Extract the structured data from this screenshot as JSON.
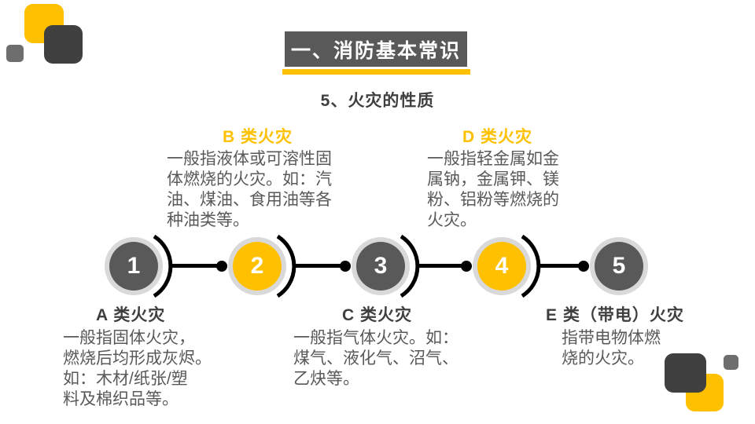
{
  "slide": {
    "banner_title": "一、消防基本常识",
    "subtitle": "5、火灾的性质"
  },
  "colors": {
    "accent_yellow": "#FFC000",
    "dark_gray": "#595959",
    "heading_text": "#3F3F3F",
    "ring_gray": "#D9D9D9",
    "deco_dark": "#404040",
    "connector_black": "#000000"
  },
  "steps": [
    {
      "number": "1",
      "label": "A 类火灾",
      "circle_color": "gray",
      "text_position": "bottom",
      "lines": [
        "一般指固体火灾，",
        "燃烧后均形成灰烬。",
        "如：木材/纸张/塑",
        "料及棉织品等。"
      ]
    },
    {
      "number": "2",
      "label": "B 类火灾",
      "circle_color": "yellow",
      "text_position": "top",
      "lines": [
        "一般指液体或可溶性固",
        "体燃烧的火灾。如：汽",
        "油、煤油、食用油等各",
        "种油类等。"
      ]
    },
    {
      "number": "3",
      "label": "C 类火灾",
      "circle_color": "gray",
      "text_position": "bottom",
      "lines": [
        "一般指气体火灾。如：",
        "煤气、液化气、沼气、",
        "乙炔等。"
      ]
    },
    {
      "number": "4",
      "label": "D 类火灾",
      "circle_color": "yellow",
      "text_position": "top",
      "lines": [
        "一般指轻金属如金",
        "属钠，金属钾、镁",
        "粉、铝粉等燃烧的",
        "火灾。"
      ]
    },
    {
      "number": "5",
      "label": "E 类（带电）火灾",
      "circle_color": "gray",
      "text_position": "bottom",
      "lines": [
        "指带电物体燃",
        "烧的火灾。"
      ]
    }
  ]
}
